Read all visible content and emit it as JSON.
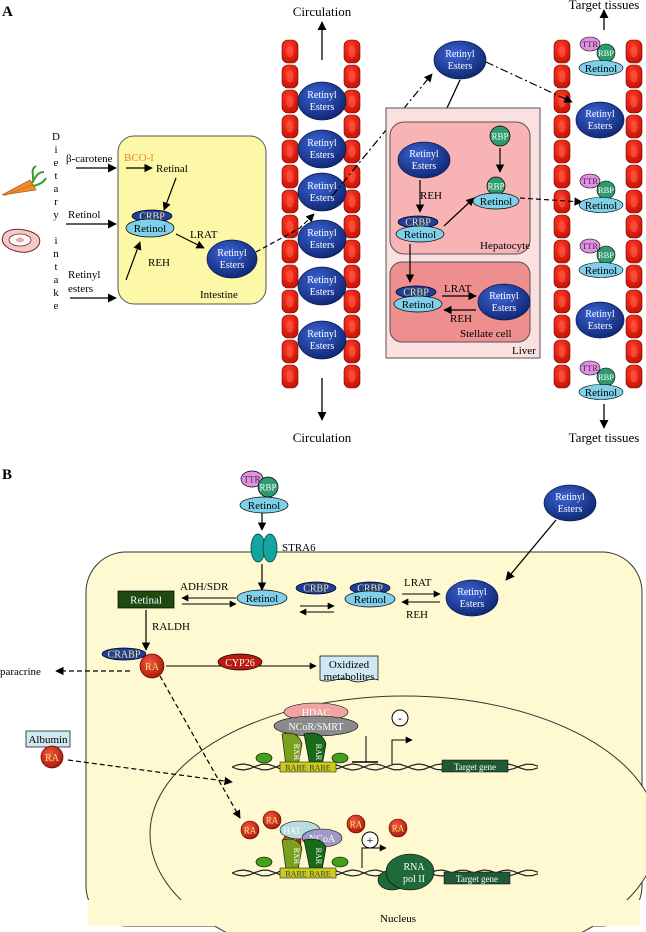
{
  "panels": {
    "a": "A",
    "b": "B"
  },
  "a": {
    "dietary_letters": [
      "D",
      "i",
      "e",
      "t",
      "a",
      "r",
      "y",
      "",
      "i",
      "n",
      "t",
      "a",
      "k",
      "e"
    ],
    "inputs": {
      "beta_carotene": "β-carotene",
      "retinol": "Retinol",
      "retinyl_1": "Retinyl",
      "retinyl_2": "esters"
    },
    "intestine": {
      "title": "Intestine",
      "bco": "BCO-I",
      "retinal": "Retinal",
      "crbp": "CRBP",
      "retinol": "Retinol",
      "reh": "REH",
      "lrat": "LRAT"
    },
    "retinyl_esters": [
      "Retinyl",
      "Esters"
    ],
    "circulation": "Circulation",
    "target_tissues": "Target tissues",
    "liver": {
      "title": "Liver",
      "hepatocyte": "Hepatocyte",
      "stellate": "Stellate cell",
      "reh": "REH",
      "lrat": "LRAT",
      "crbp": "CRBP",
      "retinol": "Retinol",
      "rbp": "RBP"
    },
    "ttr": "TTR",
    "rbp": "RBP",
    "retinol": "Retinol"
  },
  "b": {
    "ttr": "TTR",
    "rbp": "RBP",
    "retinol": "Retinol",
    "stra6": "STRA6",
    "retinyl_esters": [
      "Retinyl",
      "Esters"
    ],
    "adh_sdr": "ADH/SDR",
    "crbp": "CRBP",
    "lrat": "LRAT",
    "reh": "REH",
    "retinal": "Retinal",
    "raldh": "RALDH",
    "crabp": "CRABP",
    "ra": "RA",
    "cyp26": "CYP26",
    "oxidized_1": "Oxidized",
    "oxidized_2": "metabolites",
    "paracrine": "paracrine",
    "albumin": "Albumin",
    "hdac": "HDAC",
    "ncor": "NCoR/SMRT",
    "minus": "-",
    "plus": "+",
    "rxr": "RXR",
    "rar": "RAR",
    "rare": "RARE",
    "target_gene": "Target gene",
    "hat": "HAT",
    "ncoa": "NCoA",
    "rna_1": "RNA",
    "rna_2": "pol II",
    "nucleus": "Nucleus"
  },
  "colors": {
    "rbc": "#e8190f",
    "ester": "#1f3fa0",
    "retinol": "#7fd0ea",
    "liver_bg": "#fbe0e0",
    "hepatocyte": "#f8b4b4",
    "stellate": "#ee8e8e",
    "intestine": "#fdf8a8",
    "cell": "#fff9d2",
    "ra": "#d92a17",
    "rbp": "#2f9a6e",
    "ttr": "#e38fe5"
  }
}
